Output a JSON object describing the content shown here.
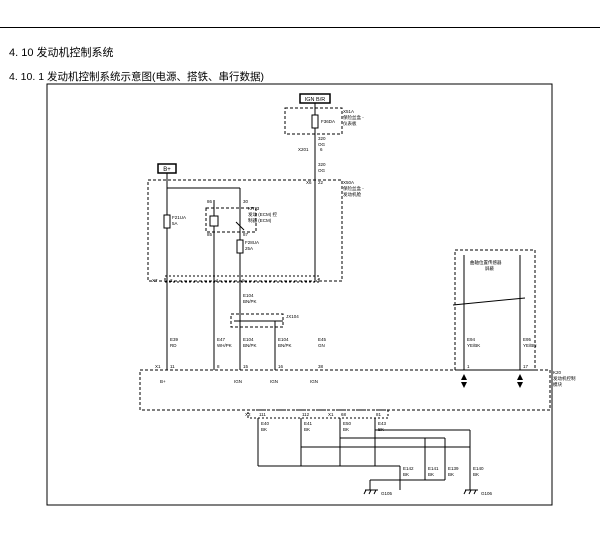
{
  "heading": {
    "section": "4. 10 发动机控制系统",
    "subsection": "4. 10. 1 发动机控制系统示意图(电源、搭铁、串行数据)"
  },
  "diagram": {
    "ign_box": "IGN B/R",
    "battery_box": "B+",
    "x51a_ref": "X51A",
    "x51a_name": [
      "保险丝盒 -",
      "仪表板"
    ],
    "f36da": "F36DA",
    "x201": "X201",
    "pin_6": "6",
    "wire_320": [
      "320",
      "OG"
    ],
    "wire_320b": [
      "320",
      "OG"
    ],
    "x50a_ref": "X50A",
    "x50a_name": [
      "保险丝盒 -",
      "发动机舱"
    ],
    "x6_ref": "X6",
    "x6_pin": "22",
    "kr73": "KR73",
    "kr73_desc": [
      "发动 (ECM) 控",
      "制器 (ECM)"
    ],
    "relay_pins": [
      "30",
      "86",
      "85",
      "87"
    ],
    "f21ua": [
      "F21UA",
      "5A"
    ],
    "f28ua": [
      "F28UA",
      "25A"
    ],
    "x7_ref": "X7",
    "x7_pins": [
      "2",
      "1",
      "6",
      "7"
    ],
    "e104_top": [
      "E104",
      "BN/PK"
    ],
    "jx104": "JX104",
    "sensor_label": [
      "曲轴位置传感器",
      "屏蔽"
    ],
    "wires_lower": [
      {
        "id": "E39",
        "color": "RD"
      },
      {
        "id": "E47",
        "color": "WH/PK"
      },
      {
        "id": "E104",
        "color": "BN/PK"
      },
      {
        "id": "E104",
        "color": "BN/PK"
      },
      {
        "id": "E45",
        "color": "GN"
      }
    ],
    "e94": [
      "E94",
      "YE/BK"
    ],
    "e95": [
      "E95",
      "YE/BN"
    ],
    "k20_ref": "K20",
    "k20_name": [
      "发动机控制",
      "模块"
    ],
    "x1_label": "X1",
    "k20_pins": [
      "11",
      "8",
      "15",
      "16",
      "38",
      "1",
      "17"
    ],
    "k20_funcs": [
      "B+",
      "IGN",
      "IGN",
      "IGN"
    ],
    "lower_conn": [
      "X2",
      "111",
      "112",
      "X1",
      "68",
      "81"
    ],
    "ground_wires": [
      {
        "id": "E40",
        "color": "BK"
      },
      {
        "id": "E41",
        "color": "BK"
      },
      {
        "id": "E50",
        "color": "BK"
      },
      {
        "id": "E43",
        "color": "BK"
      }
    ],
    "bottom_wires": [
      {
        "id": "E142",
        "color": "BK"
      },
      {
        "id": "E141",
        "color": "BK"
      },
      {
        "id": "E139",
        "color": "BK"
      },
      {
        "id": "E140",
        "color": "BK"
      }
    ],
    "grounds": [
      "G105",
      "G106"
    ]
  }
}
